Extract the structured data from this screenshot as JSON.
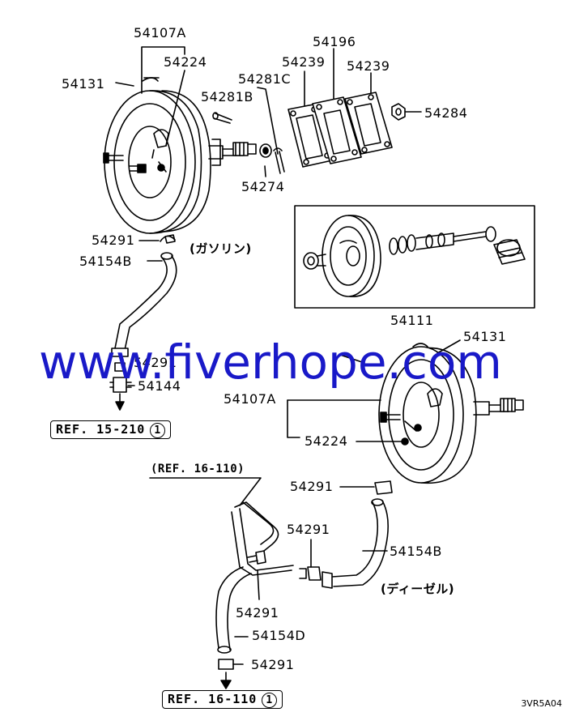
{
  "labels": {
    "l54107a_top": "54107A",
    "l54224_top": "54224",
    "l54131_top": "54131",
    "l54281b": "54281B",
    "l54281c": "54281C",
    "l54239_a": "54239",
    "l54196": "54196",
    "l54239_b": "54239",
    "l54284": "54284",
    "l54274": "54274",
    "l54291_a": "54291",
    "l54154b_a": "54154B",
    "l54111": "54111",
    "l54131_mid": "54131",
    "l54291_b": "54291",
    "l54144": "54144",
    "l54107a_mid": "54107A",
    "l54224_mid": "54224",
    "l54291_c": "54291",
    "l54291_d": "54291",
    "l54154b_b": "54154B",
    "l54291_e": "54291",
    "l54154d": "54154D",
    "l54291_f": "54291"
  },
  "jp": {
    "gasoline": "(ガソリン)",
    "diesel": "(ディーゼル)"
  },
  "refs": {
    "ref_top": "REF. 15-210",
    "ref_top_num": "1",
    "ref_paren": "(REF. 16-110)",
    "ref_bottom": "REF. 16-110",
    "ref_bottom_num": "1"
  },
  "watermark": "www.fiverhope.com",
  "diagram_code": "3VR5A04"
}
